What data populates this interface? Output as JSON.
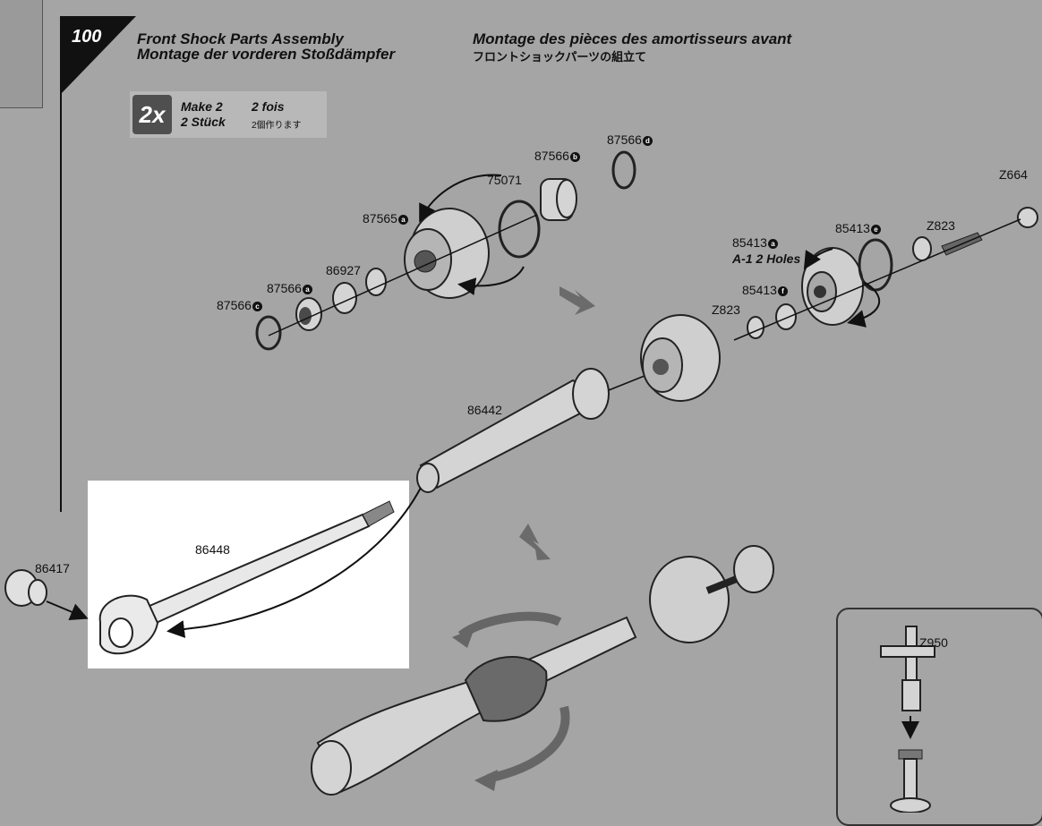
{
  "step": {
    "number": "100"
  },
  "titles": {
    "en": "Front Shock Parts Assembly",
    "de": "Montage der vorderen Stoßdämpfer",
    "fr": "Montage des pièces des amortisseurs avant",
    "jp": "フロントショックパーツの組立て"
  },
  "quantity_badge": {
    "big": "2x",
    "en": "Make 2",
    "fr": "2 fois",
    "de": "2 Stück",
    "jp": "2個作ります"
  },
  "parts": {
    "p87566d": {
      "num": "87566",
      "letter": "d"
    },
    "p87566b": {
      "num": "87566",
      "letter": "b"
    },
    "p75071": {
      "num": "75071"
    },
    "p87565a": {
      "num": "87565",
      "letter": "a"
    },
    "p86927": {
      "num": "86927"
    },
    "p87566a": {
      "num": "87566",
      "letter": "a"
    },
    "p87566c": {
      "num": "87566",
      "letter": "c"
    },
    "pZ664": {
      "num": "Z664"
    },
    "pZ823_top": {
      "num": "Z823"
    },
    "p85413e": {
      "num": "85413",
      "letter": "e"
    },
    "p85413a": {
      "num": "85413",
      "letter": "a",
      "note": "A-1 2 Holes"
    },
    "p85413f": {
      "num": "85413",
      "letter": "f"
    },
    "pZ823_mid": {
      "num": "Z823"
    },
    "p86442": {
      "num": "86442"
    },
    "p86448": {
      "num": "86448"
    },
    "p86417": {
      "num": "86417"
    },
    "pZ950": {
      "num": "Z950"
    }
  },
  "colors": {
    "background": "#a5a5a5",
    "part_light": "#d4d4d4",
    "part_dark": "#4a4a4a",
    "arrow_gray": "#6b6b6b"
  }
}
